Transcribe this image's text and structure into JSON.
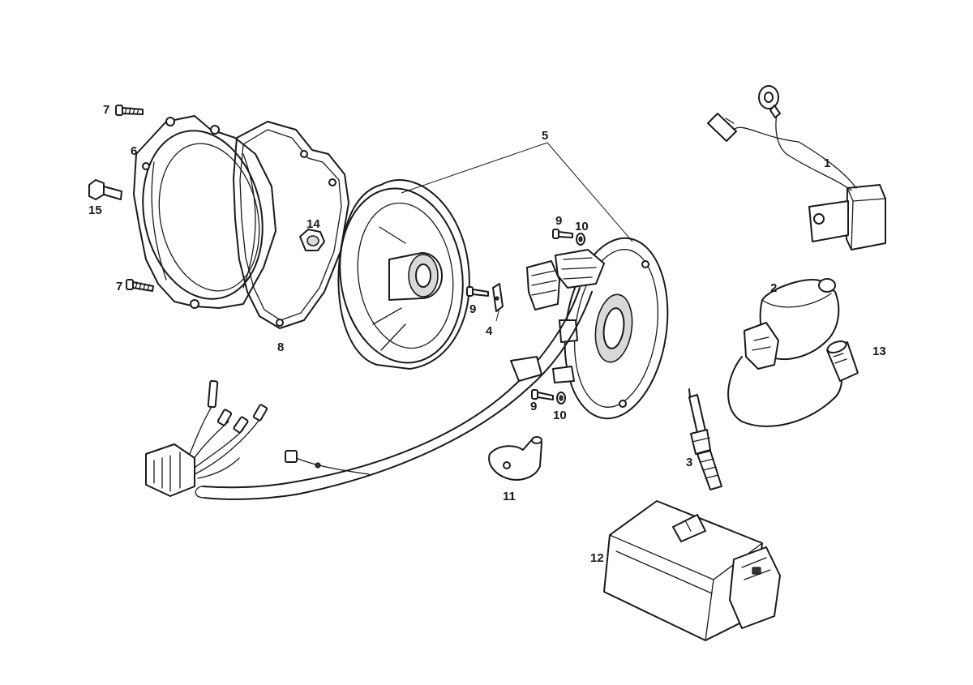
{
  "labels": {
    "l1": "1",
    "l2": "2",
    "l3": "3",
    "l4": "4",
    "l5": "5",
    "l6": "6",
    "l7a": "7",
    "l7b": "7",
    "l8": "8",
    "l9a": "9",
    "l9b": "9",
    "l9c": "9",
    "l10a": "10",
    "l10b": "10",
    "l11": "11",
    "l12": "12",
    "l13": "13",
    "l14": "14",
    "l15": "15"
  }
}
